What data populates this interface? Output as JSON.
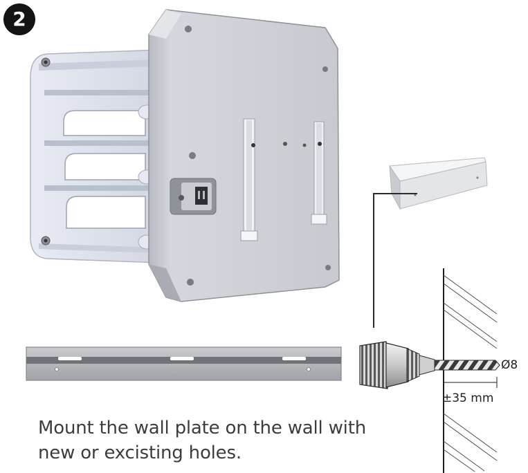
{
  "step": {
    "number": "2"
  },
  "labels": {
    "drill_diameter": "Ø8",
    "distance": "±35 mm"
  },
  "instruction": {
    "text": "Mount the wall plate on the wall with new or excisting holes."
  },
  "colors": {
    "badge": "#141414",
    "device_body": "#cfd2d6",
    "frame": "#dfe3ec",
    "bracket": "#a8abb0",
    "text": "#3c3c3c"
  }
}
